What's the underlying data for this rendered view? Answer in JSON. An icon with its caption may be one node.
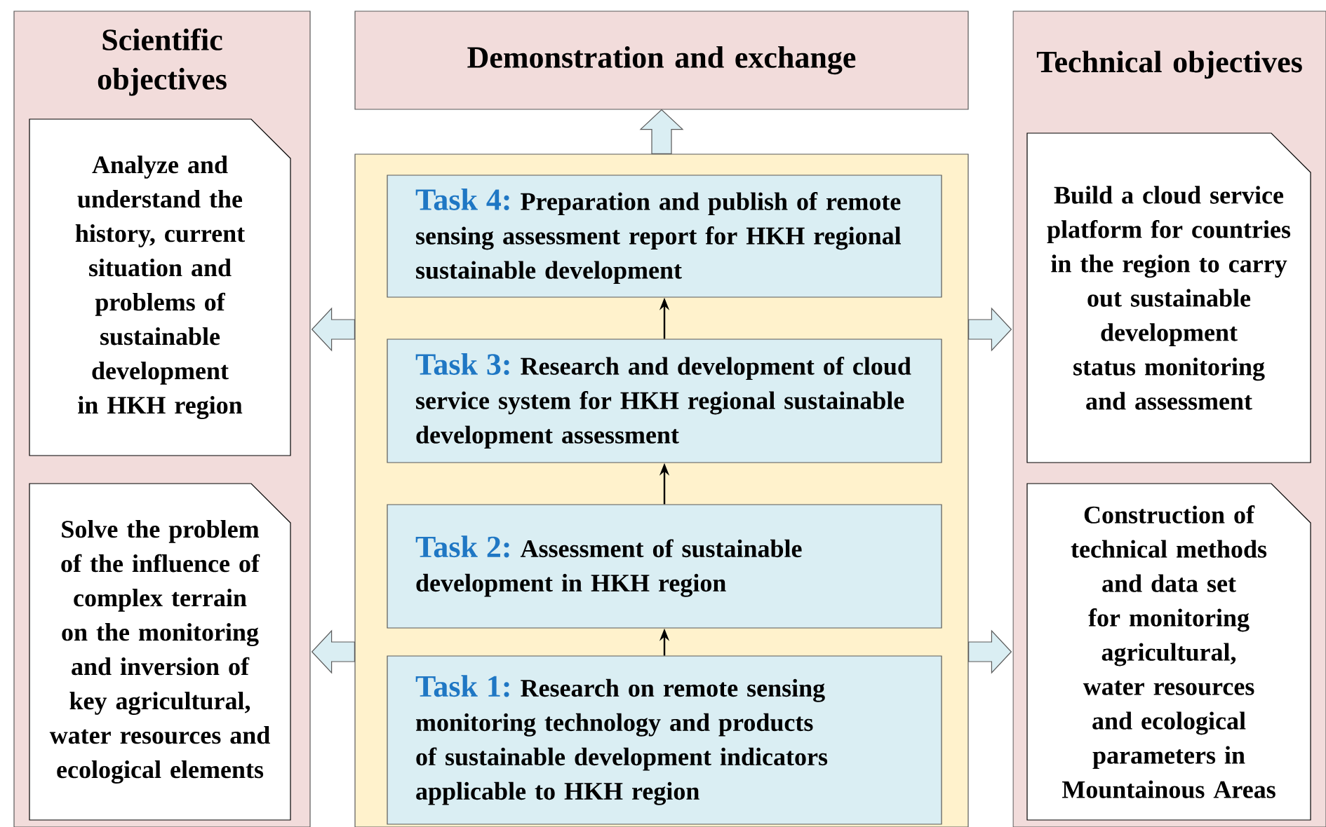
{
  "diagram": {
    "nodes": [
      {
        "text": [
          "Scientific objectives"
        ]
      },
      {
        "text": [
          "Analyze and understand the history, current situation and problems of sustainable development in HKH region"
        ],
        "in": 0
      },
      {
        "text": [
          "Solve the problem of the influence of complex terrain on the monitoring and inversion of key agricultural, water resources and ecological elements"
        ],
        "in": 0
      },
      {
        "text": [
          "Demonstration and exchange"
        ]
      },
      {
        "text": [],
        "shape": "box"
      },
      {
        "text": [
          "Task 4:",
          "Preparation and publish of remote sensing assessment report for HKH regional sustainable development"
        ],
        "in": 4
      },
      {
        "text": [
          "Task 3:",
          "Research and development of cloud service system for HKH regional sustainable development assessment"
        ],
        "in": 4
      },
      {
        "text": [
          "Task 2:",
          "Assessment of sustainable development in HKH region"
        ],
        "in": 4
      },
      {
        "text": [
          "Task 1:",
          "Research on remote sensing monitoring technology and products of sustainable development indicators applicable to HKH region"
        ],
        "in": 4
      },
      {
        "text": [
          "Technical objectives"
        ]
      },
      {
        "text": [
          "Build a cloud service platform for countries in the region to carry out sustainable development status monitoring and assessment"
        ],
        "in": 9
      },
      {
        "text": [
          "Construction of technical methods and data set for monitoring agricultural, water resources and ecological parameters in Mountainous Areas"
        ],
        "in": 9
      }
    ],
    "edges": [
      {
        "from": 8,
        "to": 7,
        "arrow": "to",
        "color": "#000000"
      },
      {
        "from": 7,
        "to": 6,
        "arrow": "to",
        "color": "#000000"
      },
      {
        "from": 6,
        "to": 5,
        "arrow": "to",
        "color": "#000000"
      },
      {
        "from": 4,
        "to": 3,
        "arrow": "to"
      },
      {
        "from": 4,
        "to": 1,
        "arrow": "to"
      },
      {
        "from": 4,
        "to": 2,
        "arrow": "to"
      },
      {
        "from": 4,
        "to": 10,
        "arrow": "to"
      },
      {
        "from": 4,
        "to": 11,
        "arrow": "to"
      }
    ]
  }
}
